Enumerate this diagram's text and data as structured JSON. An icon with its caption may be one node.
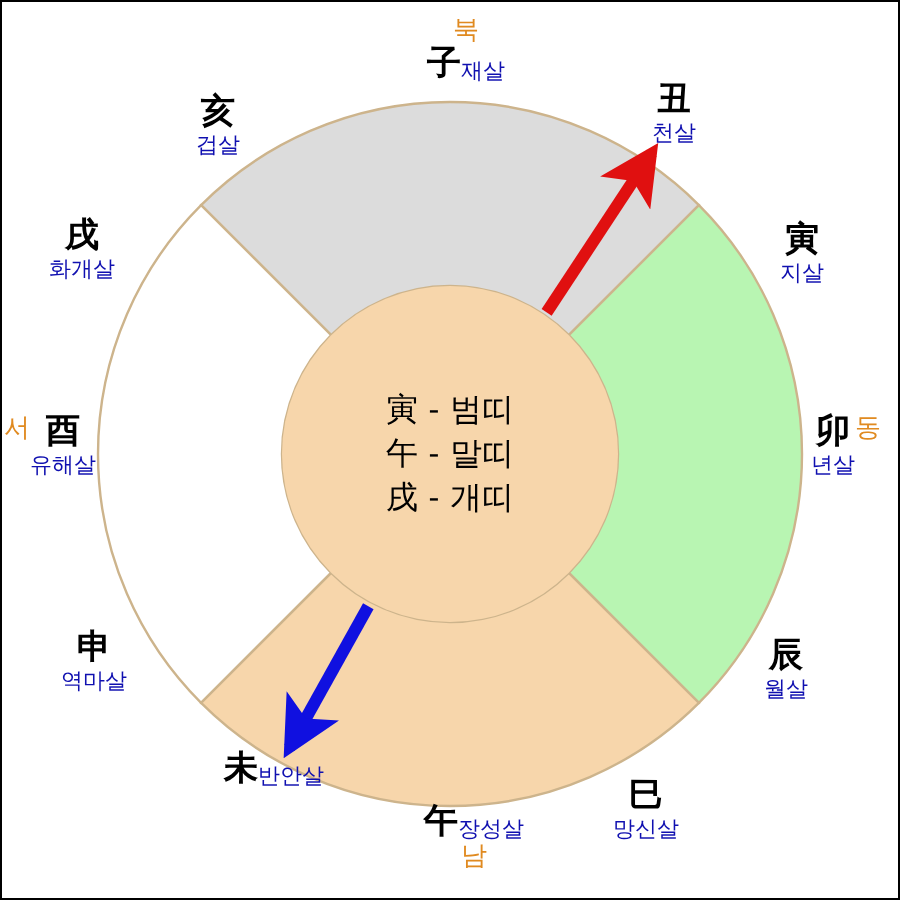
{
  "diagram": {
    "nodes": [
      {
        "text": [
          "寅 - 범띠",
          "午 - 말띠",
          "戌 - 개띠"
        ]
      },
      {
        "text": [
          "子",
          "재살"
        ],
        "beside": [
          "북"
        ]
      },
      {
        "text": [
          "丑",
          "천살"
        ]
      },
      {
        "text": [
          "寅",
          "지살"
        ]
      },
      {
        "text": [
          "卯",
          "년살"
        ],
        "beside": [
          "동"
        ]
      },
      {
        "text": [
          "辰",
          "월살"
        ]
      },
      {
        "text": [
          "巳",
          "망신살"
        ]
      },
      {
        "text": [
          "午",
          "장성살"
        ],
        "beside": [
          "남"
        ]
      },
      {
        "text": [
          "未",
          "반안살"
        ]
      },
      {
        "text": [
          "申",
          "역마살"
        ]
      },
      {
        "text": [
          "酉",
          "유해살"
        ],
        "beside": [
          "서"
        ]
      },
      {
        "text": [
          "戌",
          "화개살"
        ]
      },
      {
        "text": [
          "亥",
          "겁살"
        ]
      }
    ],
    "edges": [
      {
        "from": 0,
        "to": 2,
        "arrow": "to",
        "color": "#e01010"
      },
      {
        "from": 0,
        "to": 8,
        "arrow": "to",
        "color": "#1010e0"
      }
    ]
  }
}
